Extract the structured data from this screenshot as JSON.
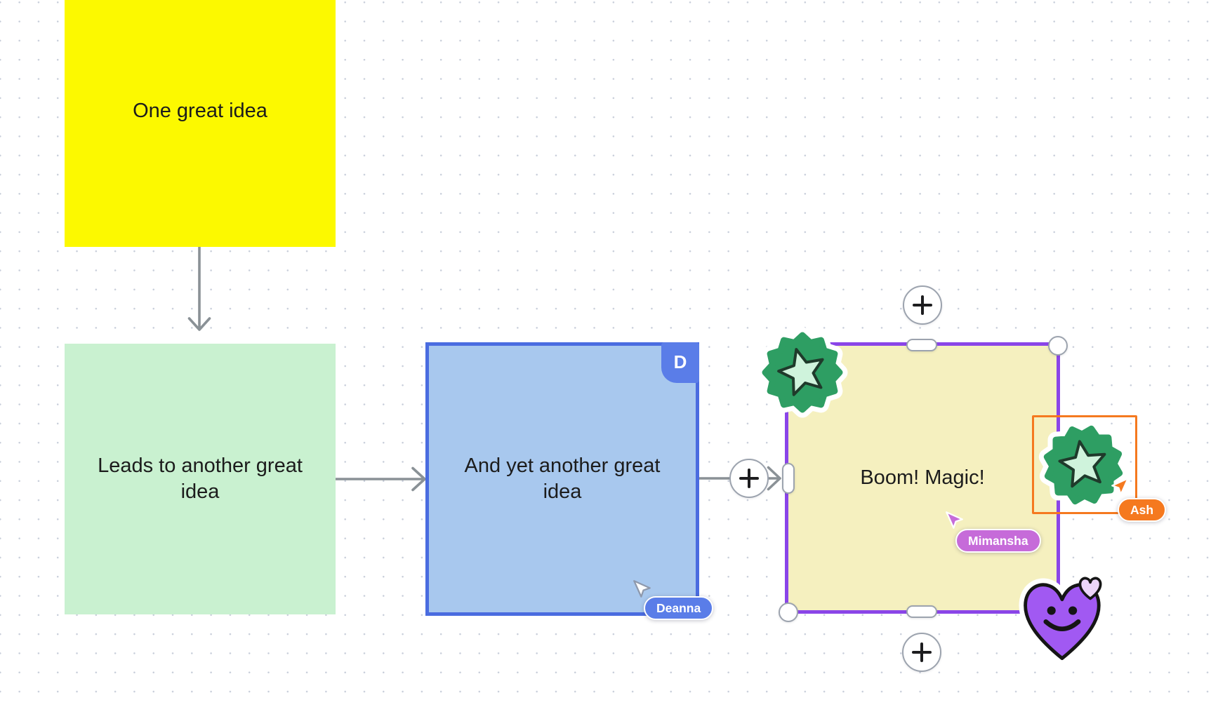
{
  "app": {
    "view": "collaborative-whiteboard-canvas"
  },
  "colors": {
    "note_yellow": "#fcf900",
    "note_green": "#c9f1d0",
    "note_blue_fill": "#a8c8ee",
    "note_blue_border": "#4a6ce0",
    "note_cream": "#f5f0bf",
    "selection_purple": "#8a45e8",
    "remote_blue": "#5a7de8",
    "remote_orchid": "#c66bd9",
    "remote_orange": "#f5791f",
    "connector_gray": "#8a9196",
    "dot_grid": "#c8ceda",
    "sticker_green": "#2e9e63",
    "sticker_mint": "#cff3dc",
    "heart_purple": "#a159f2",
    "heart_lavender": "#ecd5f9"
  },
  "notes": {
    "note1": {
      "text": "One great idea"
    },
    "note2": {
      "text": "Leads to another great idea"
    },
    "note3": {
      "text": "And yet another great idea",
      "author_badge": "D"
    },
    "note4": {
      "text": "Boom! Magic!"
    }
  },
  "collaborators": [
    {
      "name": "Deanna"
    },
    {
      "name": "Mimansha"
    },
    {
      "name": "Ash"
    }
  ],
  "icons": {
    "plus": "plus-icon",
    "cursor": "cursor-pointer-icon",
    "star_badge": "star-badge-sticker",
    "heart_smiley": "heart-smiley-sticker"
  }
}
